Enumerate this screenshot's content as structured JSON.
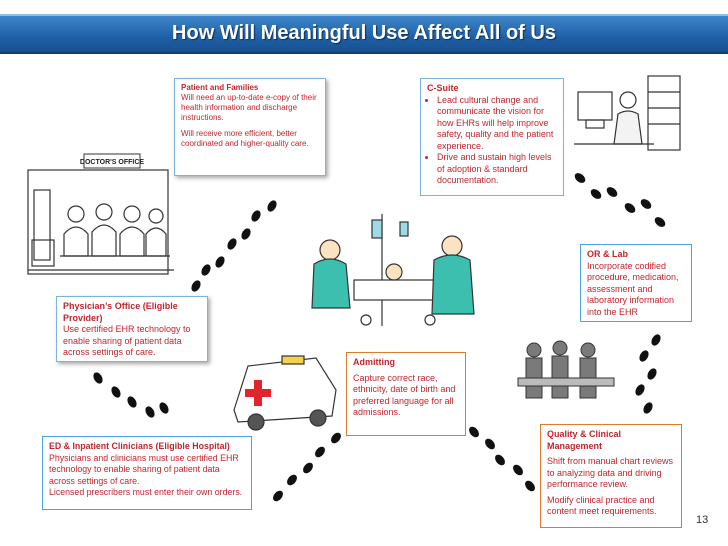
{
  "title": "How Will Meaningful Use Affect All of Us",
  "page_number": "13",
  "doctors_office_sign": "DOCTOR'S OFFICE",
  "patients": {
    "heading": "Patient and Families",
    "text1": "Will need an up-to-date e-copy of their health information and discharge instructions.",
    "text2": "Will receive more efficient, better coordinated and   higher-quality care."
  },
  "csuite": {
    "heading": "C-Suite",
    "bullet1": "Lead cultural change and communicate the vision for how EHRs will help improve safety, quality and the patient experience.",
    "bullet2": "Drive and sustain high levels of adoption & standard documentation."
  },
  "orlab": {
    "heading": "OR & Lab",
    "text": "Incorporate codified procedure, medication, assessment and laboratory information into the EHR"
  },
  "physician": {
    "heading": "Physician’s Office (Eligible Provider)",
    "text": "Use certified EHR technology to enable sharing of patient data across settings of care."
  },
  "admitting": {
    "heading": "Admitting",
    "text": "Capture correct race, ethnicity, date of birth and preferred language for all admissions."
  },
  "ed": {
    "heading": "ED & Inpatient Clinicians (Eligible Hospital)",
    "text1": "Physicians and clinicians must use certified  EHR technology to enable sharing of patient  data across settings of care.",
    "text2": "Licensed prescribers  must enter their own  orders."
  },
  "quality": {
    "heading": "Quality & Clinical Management",
    "text1": "Shift from manual chart reviews to analyzing data and driving performance review.",
    "text2": "Modify clinical practice and content meet requirements."
  },
  "colors": {
    "title_bar": "#1f5fa6",
    "text_red": "#c0262d",
    "border_blue": "#4aa6df",
    "border_orange": "#e07a2e"
  }
}
